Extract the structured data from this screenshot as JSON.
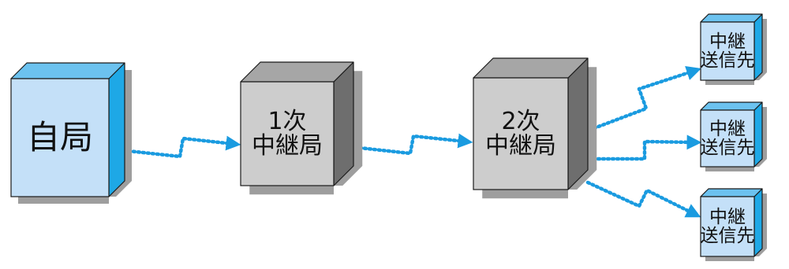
{
  "nodes": {
    "own_station": {
      "lines": [
        "自局"
      ]
    },
    "relay_1": {
      "lines": [
        "1次",
        "中継局"
      ]
    },
    "relay_2": {
      "lines": [
        "2次",
        "中継局"
      ]
    },
    "destinations": [
      {
        "lines": [
          "中継",
          "送信先"
        ]
      },
      {
        "lines": [
          "中継",
          "送信先"
        ]
      },
      {
        "lines": [
          "中継",
          "送信先"
        ]
      }
    ]
  },
  "colors": {
    "blue_front": "#c4e0f8",
    "blue_side": "#1ea8e6",
    "blue_top": "#6cc2ef",
    "gray_front": "#cdcdcd",
    "gray_side": "#6e6e6e",
    "gray_top": "#a6a6a6",
    "shadow": "#9e9e9e",
    "edge": "#1a1a1a",
    "link": "#1a9be0"
  },
  "links": [
    {
      "from": "own_station",
      "to": "relay_1",
      "style": "dotted-zigzag"
    },
    {
      "from": "relay_1",
      "to": "relay_2",
      "style": "dotted-zigzag"
    },
    {
      "from": "relay_2",
      "to": "destination_1",
      "style": "dotted-zigzag"
    },
    {
      "from": "relay_2",
      "to": "destination_2",
      "style": "dotted-zigzag"
    },
    {
      "from": "relay_2",
      "to": "destination_3",
      "style": "dotted-zigzag"
    }
  ]
}
